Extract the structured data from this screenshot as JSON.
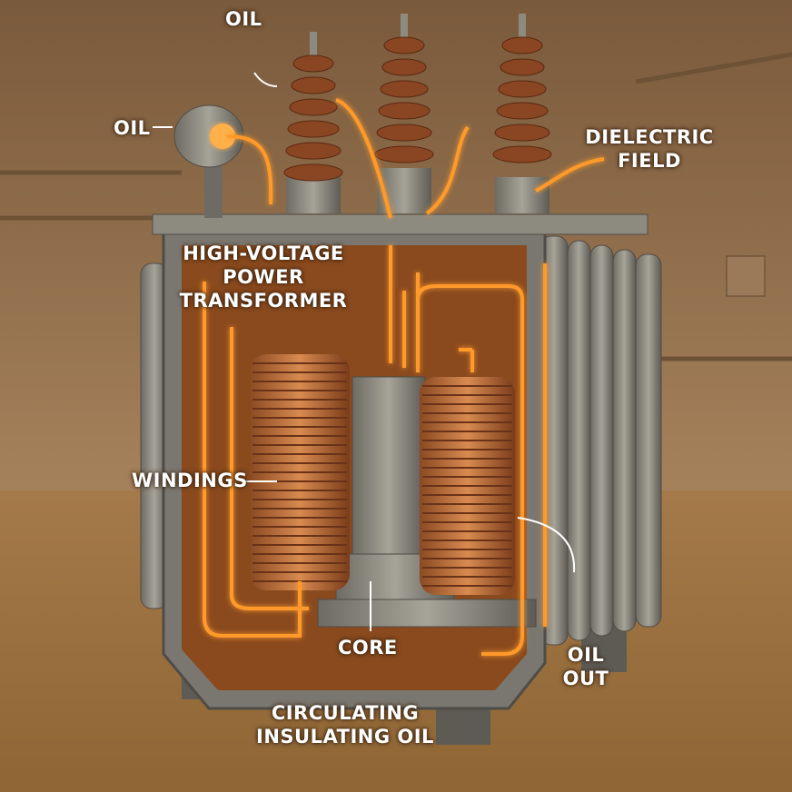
{
  "labels": {
    "oil_top": "OIL",
    "oil_left": "OIL",
    "dielectric_line1": "DIELECTRIC",
    "dielectric_line2": "FIELD",
    "title_line1": "HIGH-VOLTAGE",
    "title_line2": "POWER",
    "title_line3": "TRANSFORMER",
    "windings": "WINDINGS",
    "core": "CORE",
    "oil_out_line1": "OIL",
    "oil_out_line2": "OUT",
    "circulating_line1": "CIRCULATING",
    "circulating_line2": "INSULATING OIL"
  },
  "colors": {
    "glow": "#ff9a2a",
    "copper": "#c8763c",
    "steel": "#8d8a80",
    "wall": "#9c7650",
    "floor": "#a57a4a"
  }
}
